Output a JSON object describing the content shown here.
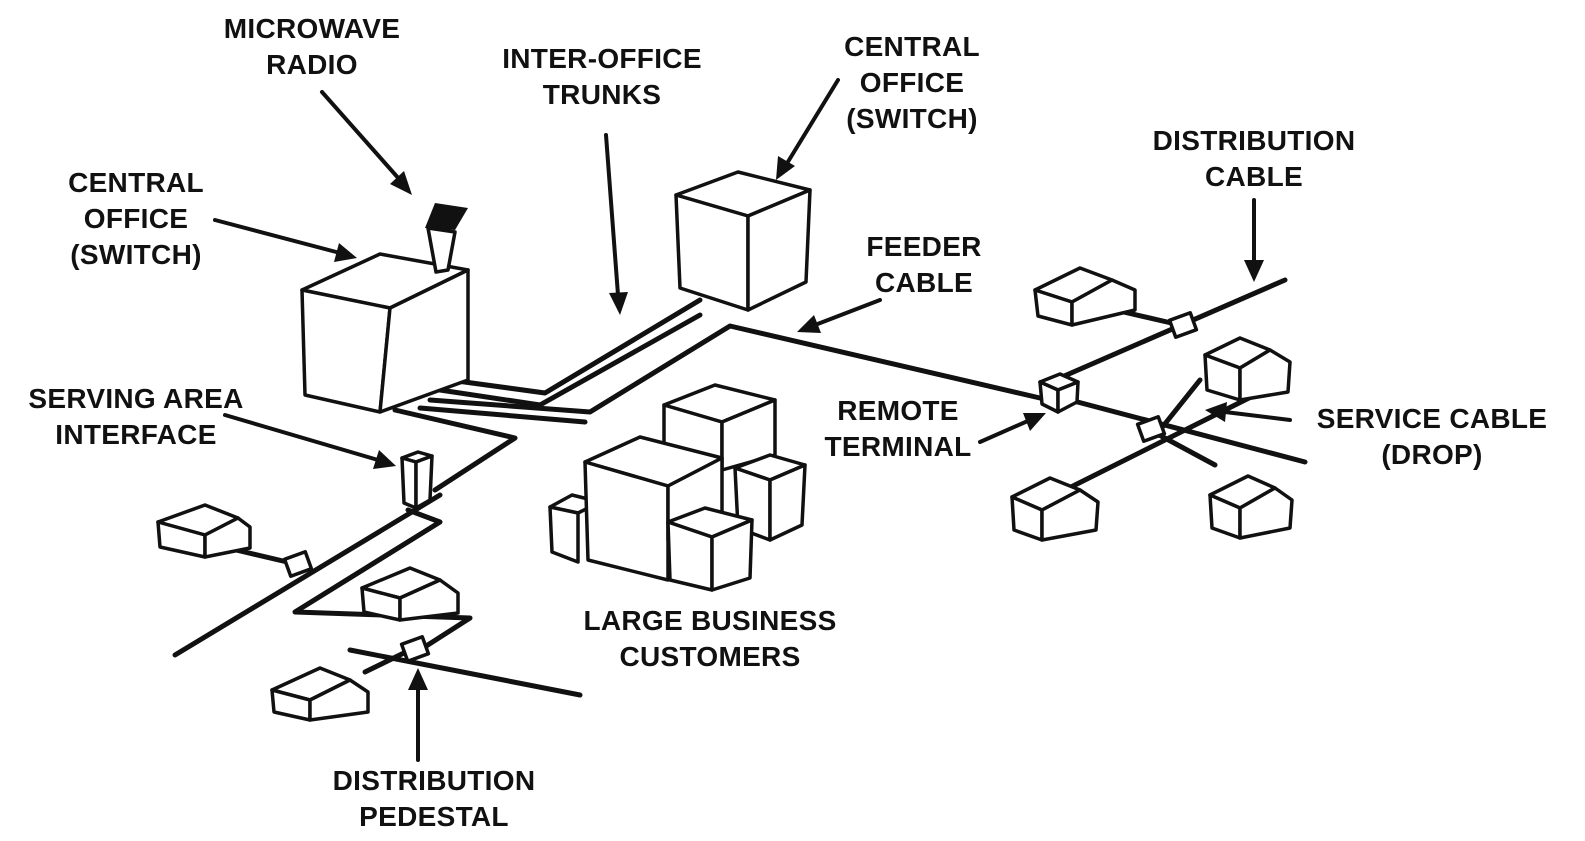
{
  "labels": {
    "microwave_radio": [
      "MICROWAVE",
      "RADIO"
    ],
    "central_office_left": [
      "CENTRAL",
      "OFFICE",
      "(SWITCH)"
    ],
    "inter_office_trunks": [
      "INTER-OFFICE",
      "TRUNKS"
    ],
    "central_office_right": [
      "CENTRAL",
      "OFFICE",
      "(SWITCH)"
    ],
    "distribution_cable": [
      "DISTRIBUTION",
      "CABLE"
    ],
    "feeder_cable": [
      "FEEDER",
      "CABLE"
    ],
    "serving_area_interface": [
      "SERVING AREA",
      "INTERFACE"
    ],
    "remote_terminal": [
      "REMOTE",
      "TERMINAL"
    ],
    "service_cable": [
      "SERVICE CABLE",
      "(DROP)"
    ],
    "large_business_customers": [
      "LARGE BUSINESS",
      "CUSTOMERS"
    ],
    "distribution_pedestal": [
      "DISTRIBUTION",
      "PEDESTAL"
    ]
  }
}
